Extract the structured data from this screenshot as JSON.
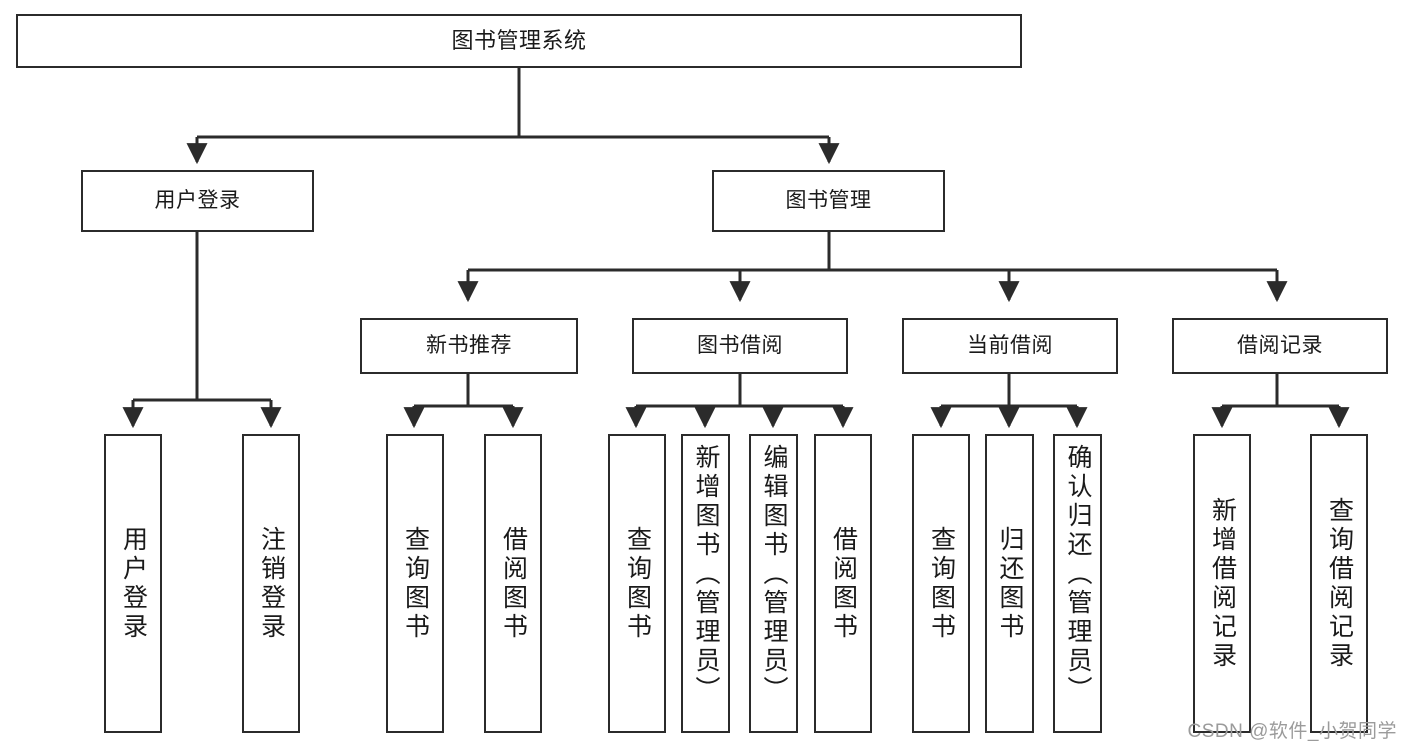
{
  "diagram": {
    "title": "图书管理系统",
    "watermark": "CSDN @软件_小贺同学",
    "colors": {
      "stroke": "#2b2b2b",
      "fill": "#ffffff",
      "text": "#1a1a1a",
      "watermark": "#9b9b9b"
    },
    "levels": {
      "root": {
        "label": "图书管理系统"
      },
      "level2": [
        {
          "label": "用户登录"
        },
        {
          "label": "图书管理"
        }
      ],
      "level3": [
        {
          "label": "新书推荐"
        },
        {
          "label": "图书借阅"
        },
        {
          "label": "当前借阅"
        },
        {
          "label": "借阅记录"
        }
      ],
      "leaves": {
        "user_login": [
          {
            "label": "用户登录"
          },
          {
            "label": "注销登录"
          }
        ],
        "new_book": [
          {
            "label": "查询图书"
          },
          {
            "label": "借阅图书"
          }
        ],
        "book_borrow": [
          {
            "label": "查询图书"
          },
          {
            "label": "新增图书（管理员）"
          },
          {
            "label": "编辑图书（管理员）"
          },
          {
            "label": "借阅图书"
          }
        ],
        "current_borrow": [
          {
            "label": "查询图书"
          },
          {
            "label": "归还图书"
          },
          {
            "label": "确认归还（管理员）"
          }
        ],
        "borrow_record": [
          {
            "label": "新增借阅记录"
          },
          {
            "label": "查询借阅记录"
          }
        ]
      }
    }
  }
}
